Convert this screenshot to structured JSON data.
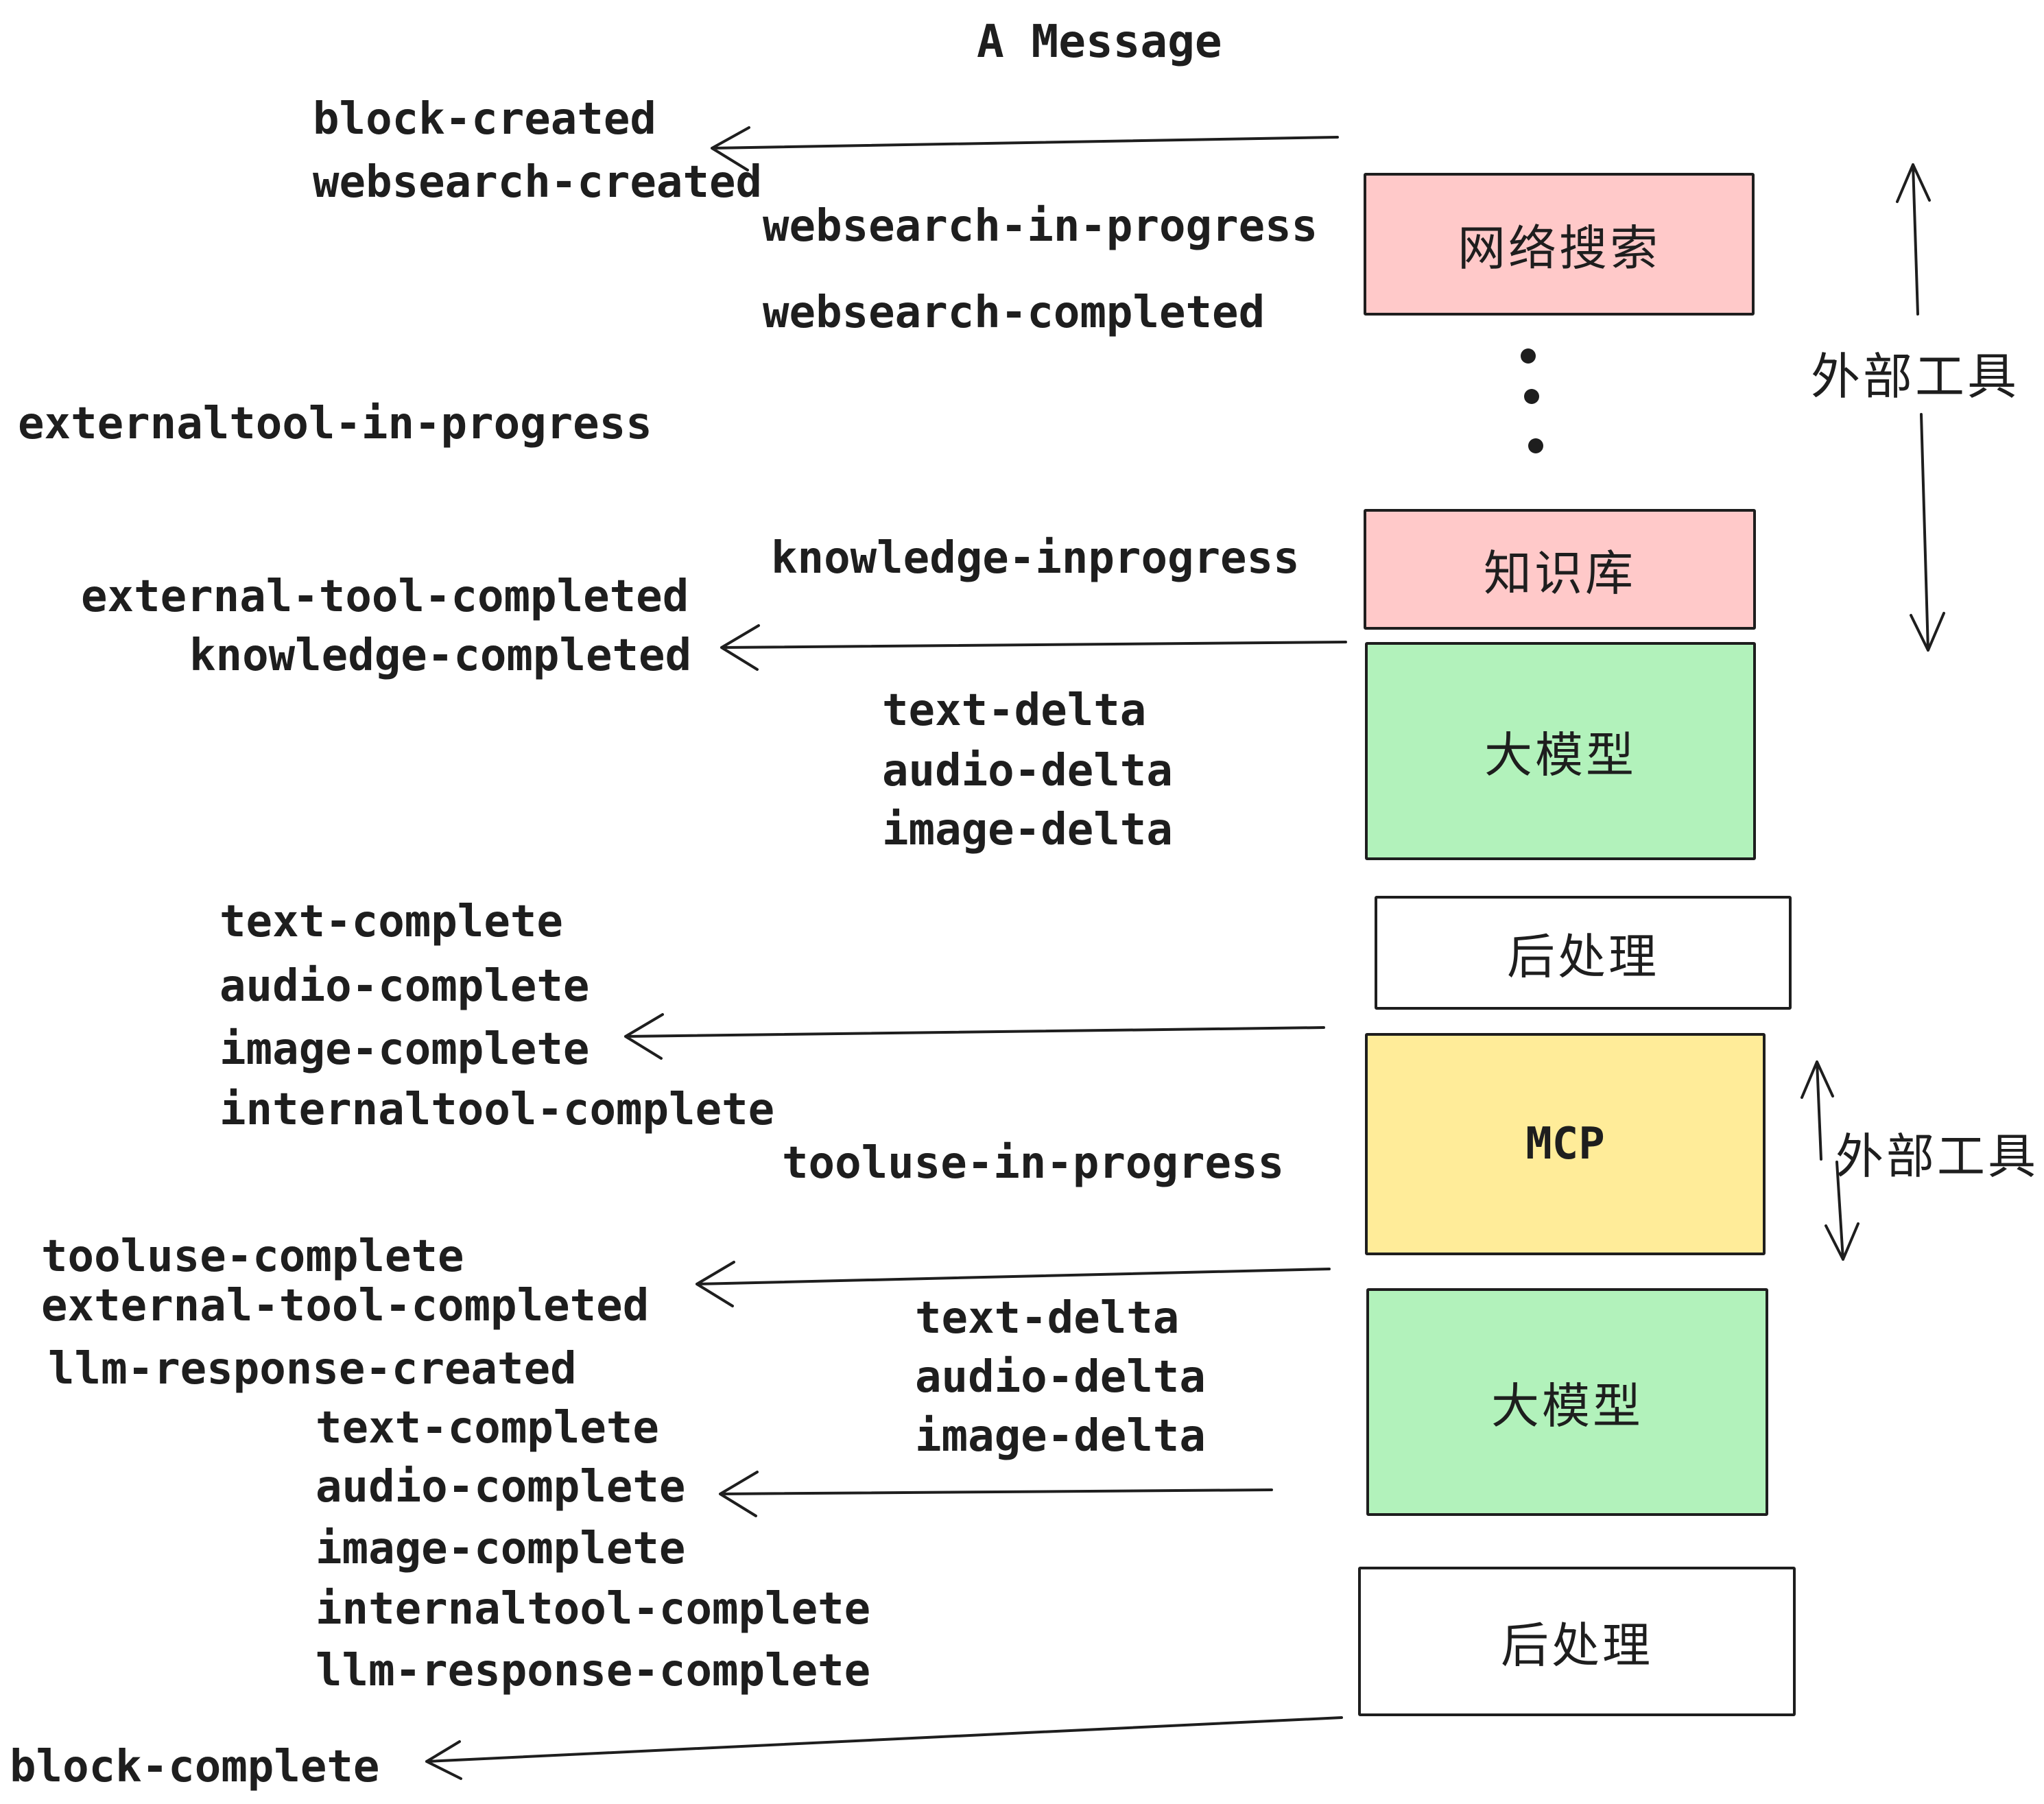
{
  "title": "A Message",
  "colors": {
    "stroke": "#1e1e1e",
    "pink": "#ffc9c9",
    "green": "#b2f2bb",
    "yellow": "#ffec99",
    "white": "#ffffff"
  },
  "events": {
    "block_created": "block-created",
    "websearch_created": "websearch-created",
    "websearch_in_progress": "websearch-in-progress",
    "websearch_completed": "websearch-completed",
    "externaltool_in_progress": "externaltool-in-progress",
    "knowledge_inprogress": "knowledge-inprogress",
    "external_tool_completed": "external-tool-completed",
    "knowledge_completed": "knowledge-completed",
    "text_delta": "text-delta",
    "audio_delta": "audio-delta",
    "image_delta": "image-delta",
    "text_complete": "text-complete",
    "audio_complete": "audio-complete",
    "image_complete": "image-complete",
    "internaltool_complete": "internaltool-complete",
    "tooluse_in_progress": "tooluse-in-progress",
    "tooluse_complete": "tooluse-complete",
    "llm_response_created": "llm-response-created",
    "llm_response_complete": "llm-response-complete",
    "block_complete": "block-complete"
  },
  "boxes": [
    {
      "id": "websearch",
      "label": "网络搜索",
      "color": "#ffc9c9"
    },
    {
      "id": "knowledge",
      "label": "知识库",
      "color": "#ffc9c9"
    },
    {
      "id": "llm-1",
      "label": "大模型",
      "color": "#b2f2bb"
    },
    {
      "id": "postprocess-1",
      "label": "后处理",
      "color": "#ffffff"
    },
    {
      "id": "mcp",
      "label": "MCP",
      "color": "#ffec99"
    },
    {
      "id": "llm-2",
      "label": "大模型",
      "color": "#b2f2bb"
    },
    {
      "id": "postprocess-2",
      "label": "后处理",
      "color": "#ffffff"
    }
  ],
  "annotations": {
    "external_tools_top": "外部工具",
    "external_tools_bottom": "外部工具"
  }
}
